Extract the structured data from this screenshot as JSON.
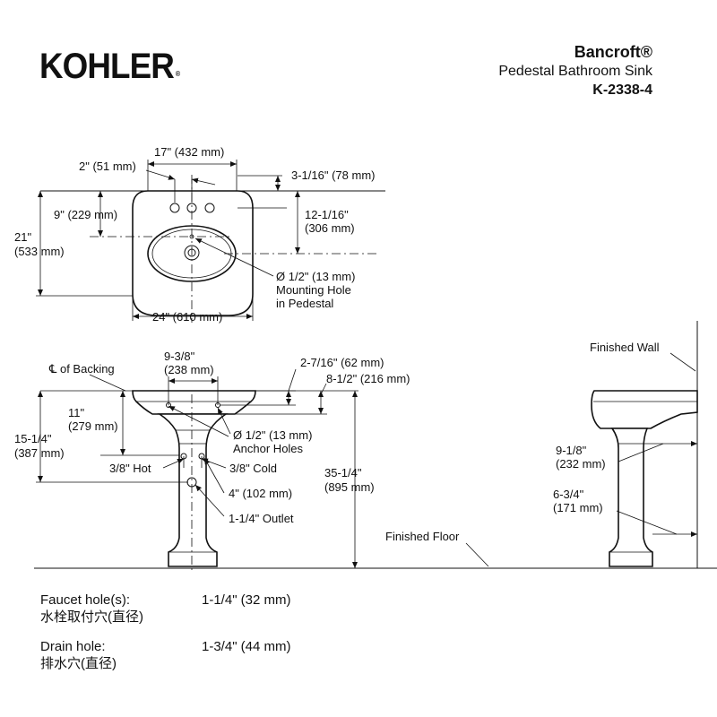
{
  "brand": {
    "logo_text": "KOHLER",
    "logo_mark": "®"
  },
  "product": {
    "name": "Bancroft®",
    "description": "Pedestal Bathroom Sink",
    "model": "K-2338-4"
  },
  "top_view": {
    "width_17": "17\" (432 mm)",
    "spacing_2": "2\" (51 mm)",
    "depth_3_1_16": "3-1/16\" (78 mm)",
    "depth_9": "9\" (229 mm)",
    "depth_12_1": "12-1/16\"",
    "depth_12_2": "(306 mm)",
    "depth_21_1": "21\"",
    "depth_21_2": "(533 mm)",
    "mount_1": "Ø 1/2\" (13 mm)",
    "mount_2": "Mounting Hole",
    "mount_3": "in Pedestal",
    "width_24": "24\" (610 mm)"
  },
  "front_view": {
    "cl_backing": "℄ of Backing",
    "w_9_3_8_1": "9-3/8\"",
    "w_9_3_8_2": "(238 mm)",
    "h_2_7_16": "2-7/16\" (62 mm)",
    "h_8_1_2": "8-1/2\" (216 mm)",
    "h_11_1": "11\"",
    "h_11_2": "(279 mm)",
    "h_15_1": "15-1/4\"",
    "h_15_2": "(387 mm)",
    "anchor_1": "Ø 1/2\" (13 mm)",
    "anchor_2": "Anchor Holes",
    "hot": "3/8\" Hot",
    "cold": "3/8\" Cold",
    "h_4": "4\" (102 mm)",
    "outlet": "1-1/4\" Outlet",
    "h_35_1": "35-1/4\"",
    "h_35_2": "(895 mm)",
    "floor": "Finished Floor"
  },
  "side_view": {
    "wall": "Finished Wall",
    "h_9_1_8_1": "9-1/8\"",
    "h_9_1_8_2": "(232 mm)",
    "h_6_3_4_1": "6-3/4\"",
    "h_6_3_4_2": "(171 mm)"
  },
  "specs": [
    {
      "label": "Faucet hole(s):",
      "label_cn": "水栓取付穴(直径)",
      "value": "1-1/4\" (32 mm)"
    },
    {
      "label": "Drain hole:",
      "label_cn": "排水穴(直径)",
      "value": "1-3/4\" (44 mm)"
    }
  ]
}
